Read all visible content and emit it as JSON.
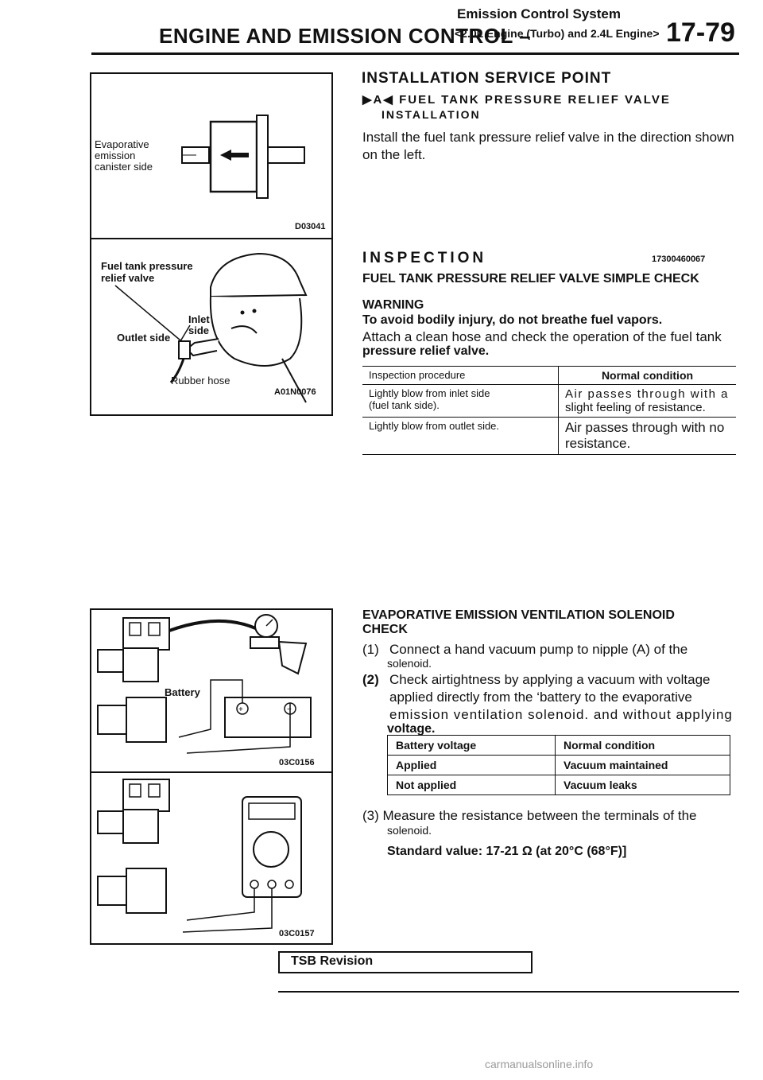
{
  "header": {
    "left_title": "ENGINE AND EMISSION CONTROL –",
    "top_title": "Emission Control System",
    "sub_title": "<2.0L Engine (Turbo) and 2.4L Engine>",
    "page_number": "17-79"
  },
  "figures": {
    "fig1": {
      "label_lines": [
        "Evaporative",
        "emission",
        "canister side"
      ],
      "code": "D03041"
    },
    "fig2": {
      "label_valve": "Fuel tank pressure relief valve",
      "label_valve_l1": "Fuel tank pressure",
      "label_valve_l2": "relief valve",
      "label_inlet": "Inlet",
      "label_inlet2": "side",
      "label_outlet": "Outlet side",
      "label_hose": "Rubber hose",
      "code": "A01N0076"
    },
    "fig3": {
      "label_battery": "Battery",
      "code": "03C0156"
    },
    "fig4": {
      "code": "03C0157"
    }
  },
  "installation": {
    "title": "INSTALLATION SERVICE POINT",
    "marker": "▶A◀",
    "sub_title": "FUEL TANK PRESSURE RELIEF VALVE",
    "sub_title2": "INSTALLATION",
    "text1": "Install the fuel tank pressure relief valve in the direction shown",
    "text2": "on the left."
  },
  "inspection": {
    "title": "INSPECTION",
    "code": "17300460067",
    "sub_title": "FUEL TANK PRESSURE RELIEF VALVE SIMPLE CHECK",
    "warning": "WARNING",
    "warning_text": "To avoid bodily injury, do not breathe fuel vapors.",
    "text1": "Attach a clean hose and check the operation of the fuel tank",
    "text2": "pressure relief valve.",
    "table": {
      "headers": [
        "Inspection procedure",
        "Normal condition"
      ],
      "rows": [
        {
          "procedure_l1": "Lightly blow from inlet side",
          "procedure_l2": "(fuel tank side).",
          "condition_l1": "Air passes through with a",
          "condition_l2": "slight feeling of resistance."
        },
        {
          "procedure_l1": "Lightly blow from outlet side.",
          "procedure_l2": "",
          "condition_l1": "Air passes through with no",
          "condition_l2": "resistance."
        }
      ]
    }
  },
  "evap": {
    "title": "EVAPORATIVE EMISSION VENTILATION SOLENOID",
    "title2": "CHECK",
    "step1_num": "(1)",
    "step1_l1": "Connect a hand vacuum pump to nipple (A) of the",
    "step1_l2": "solenoid.",
    "step2_num": "(2)",
    "step2_l1": "Check airtightness by applying a vacuum with voltage",
    "step2_l2": "applied directly from the ‘battery to the evaporative",
    "step2_l3": "emission ventilation solenoid. and without applying",
    "step2_l4": "voltage.",
    "table": {
      "headers": [
        "Battery voltage",
        "Normal condition"
      ],
      "rows": [
        [
          "Applied",
          "Vacuum maintained"
        ],
        [
          "Not applied",
          "Vacuum leaks"
        ]
      ]
    },
    "step3_l1": "(3) Measure the resistance between the terminals of the",
    "step3_l2": "solenoid.",
    "standard": "Standard value: 17-21 Ω (at 20°C (68°F)]"
  },
  "footer": {
    "tsb": "TSB Revision",
    "watermark": "carmanualsonline.info"
  }
}
